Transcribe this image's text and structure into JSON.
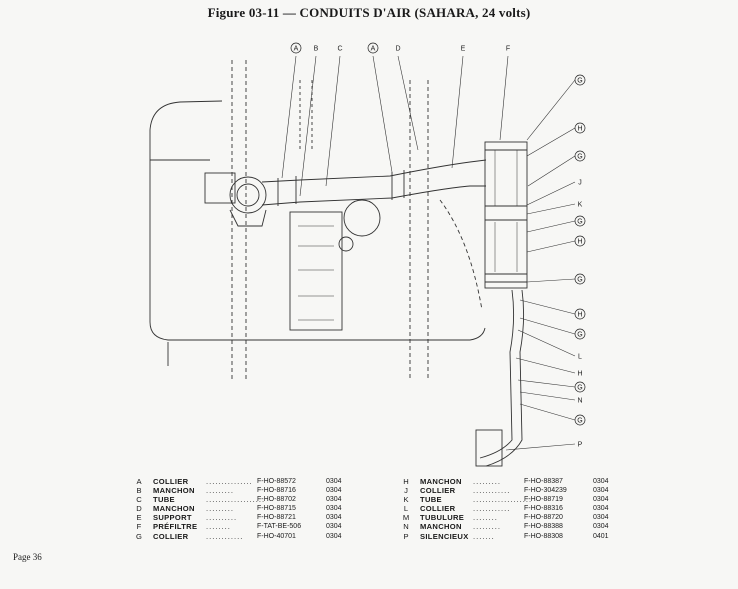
{
  "title": "Figure 03-11 — CONDUITS D'AIR (SAHARA, 24 volts)",
  "page_number": "Page 36",
  "top_labels": [
    "A",
    "B",
    "C",
    "A",
    "D",
    "E",
    "F"
  ],
  "right_labels": [
    "G",
    "H",
    "G",
    "J",
    "K",
    "G",
    "H",
    "G",
    "H",
    "G",
    "L",
    "H",
    "G",
    "N",
    "G",
    "P"
  ],
  "parts_left": [
    {
      "letter": "A",
      "name": "COLLIER",
      "dots": "...............",
      "ref": "F-HO-88572",
      "code": "0304"
    },
    {
      "letter": "B",
      "name": "MANCHON",
      "dots": ".........",
      "ref": "F-HO-88716",
      "code": "0304"
    },
    {
      "letter": "C",
      "name": "TUBE",
      "dots": "...................",
      "ref": "F-HO-88702",
      "code": "0304"
    },
    {
      "letter": "D",
      "name": "MANCHON",
      "dots": ".........",
      "ref": "F-HO-88715",
      "code": "0304"
    },
    {
      "letter": "E",
      "name": "SUPPORT",
      "dots": "..........",
      "ref": "F-HO-88721",
      "code": "0304"
    },
    {
      "letter": "F",
      "name": "PRÉFILTRE",
      "dots": "........",
      "ref": "F-TAT-BE-506",
      "code": "0304"
    },
    {
      "letter": "G",
      "name": "COLLIER",
      "dots": "............",
      "ref": "F-HO-40701",
      "code": "0304"
    }
  ],
  "parts_right": [
    {
      "letter": "H",
      "name": "MANCHON",
      "dots": ".........",
      "ref": "F-HO-88387",
      "code": "0304"
    },
    {
      "letter": "J",
      "name": "COLLIER",
      "dots": "............",
      "ref": "F-HO-304239",
      "code": "0304"
    },
    {
      "letter": "K",
      "name": "TUBE",
      "dots": "...................",
      "ref": "F-HO-88719",
      "code": "0304"
    },
    {
      "letter": "L",
      "name": "COLLIER",
      "dots": "............",
      "ref": "F-HO-88316",
      "code": "0304"
    },
    {
      "letter": "M",
      "name": "TUBULURE",
      "dots": "........",
      "ref": "F-HO-88720",
      "code": "0304"
    },
    {
      "letter": "N",
      "name": "MANCHON",
      "dots": ".........",
      "ref": "F-HO-88388",
      "code": "0304"
    },
    {
      "letter": "P",
      "name": "SILENCIEUX",
      "dots": ".......",
      "ref": "F-HO-88308",
      "code": "0401"
    }
  ]
}
